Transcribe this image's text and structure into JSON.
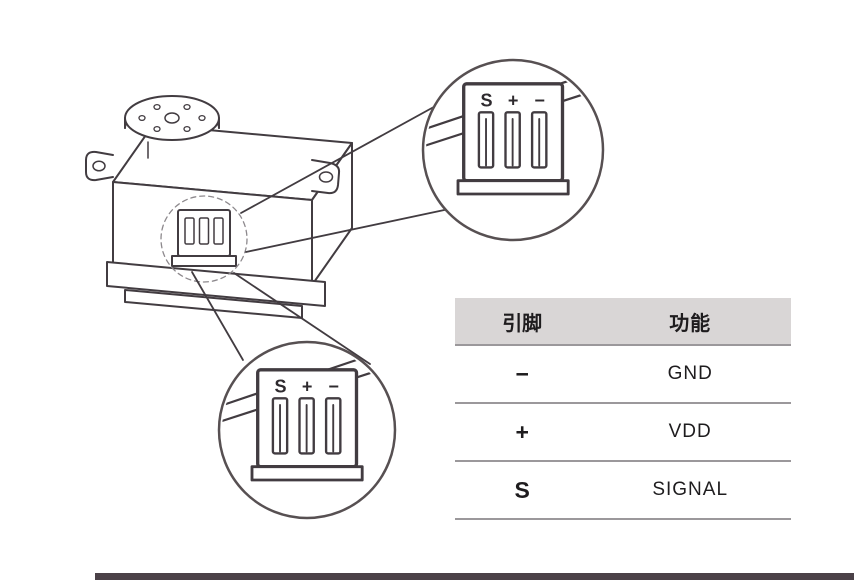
{
  "diagram": {
    "connector_labels": [
      "S",
      "+",
      "−"
    ],
    "table": {
      "headers": {
        "pin": "引脚",
        "function": "功能"
      },
      "rows": [
        {
          "pin": "−",
          "function": "GND"
        },
        {
          "pin": "+",
          "function": "VDD"
        },
        {
          "pin": "S",
          "function": "SIGNAL"
        }
      ]
    },
    "colors": {
      "line_art": "#423c41",
      "table_line": "#9b989b",
      "header_bg": "#d9d6d6",
      "bottom_bar": "#4b4148"
    }
  }
}
